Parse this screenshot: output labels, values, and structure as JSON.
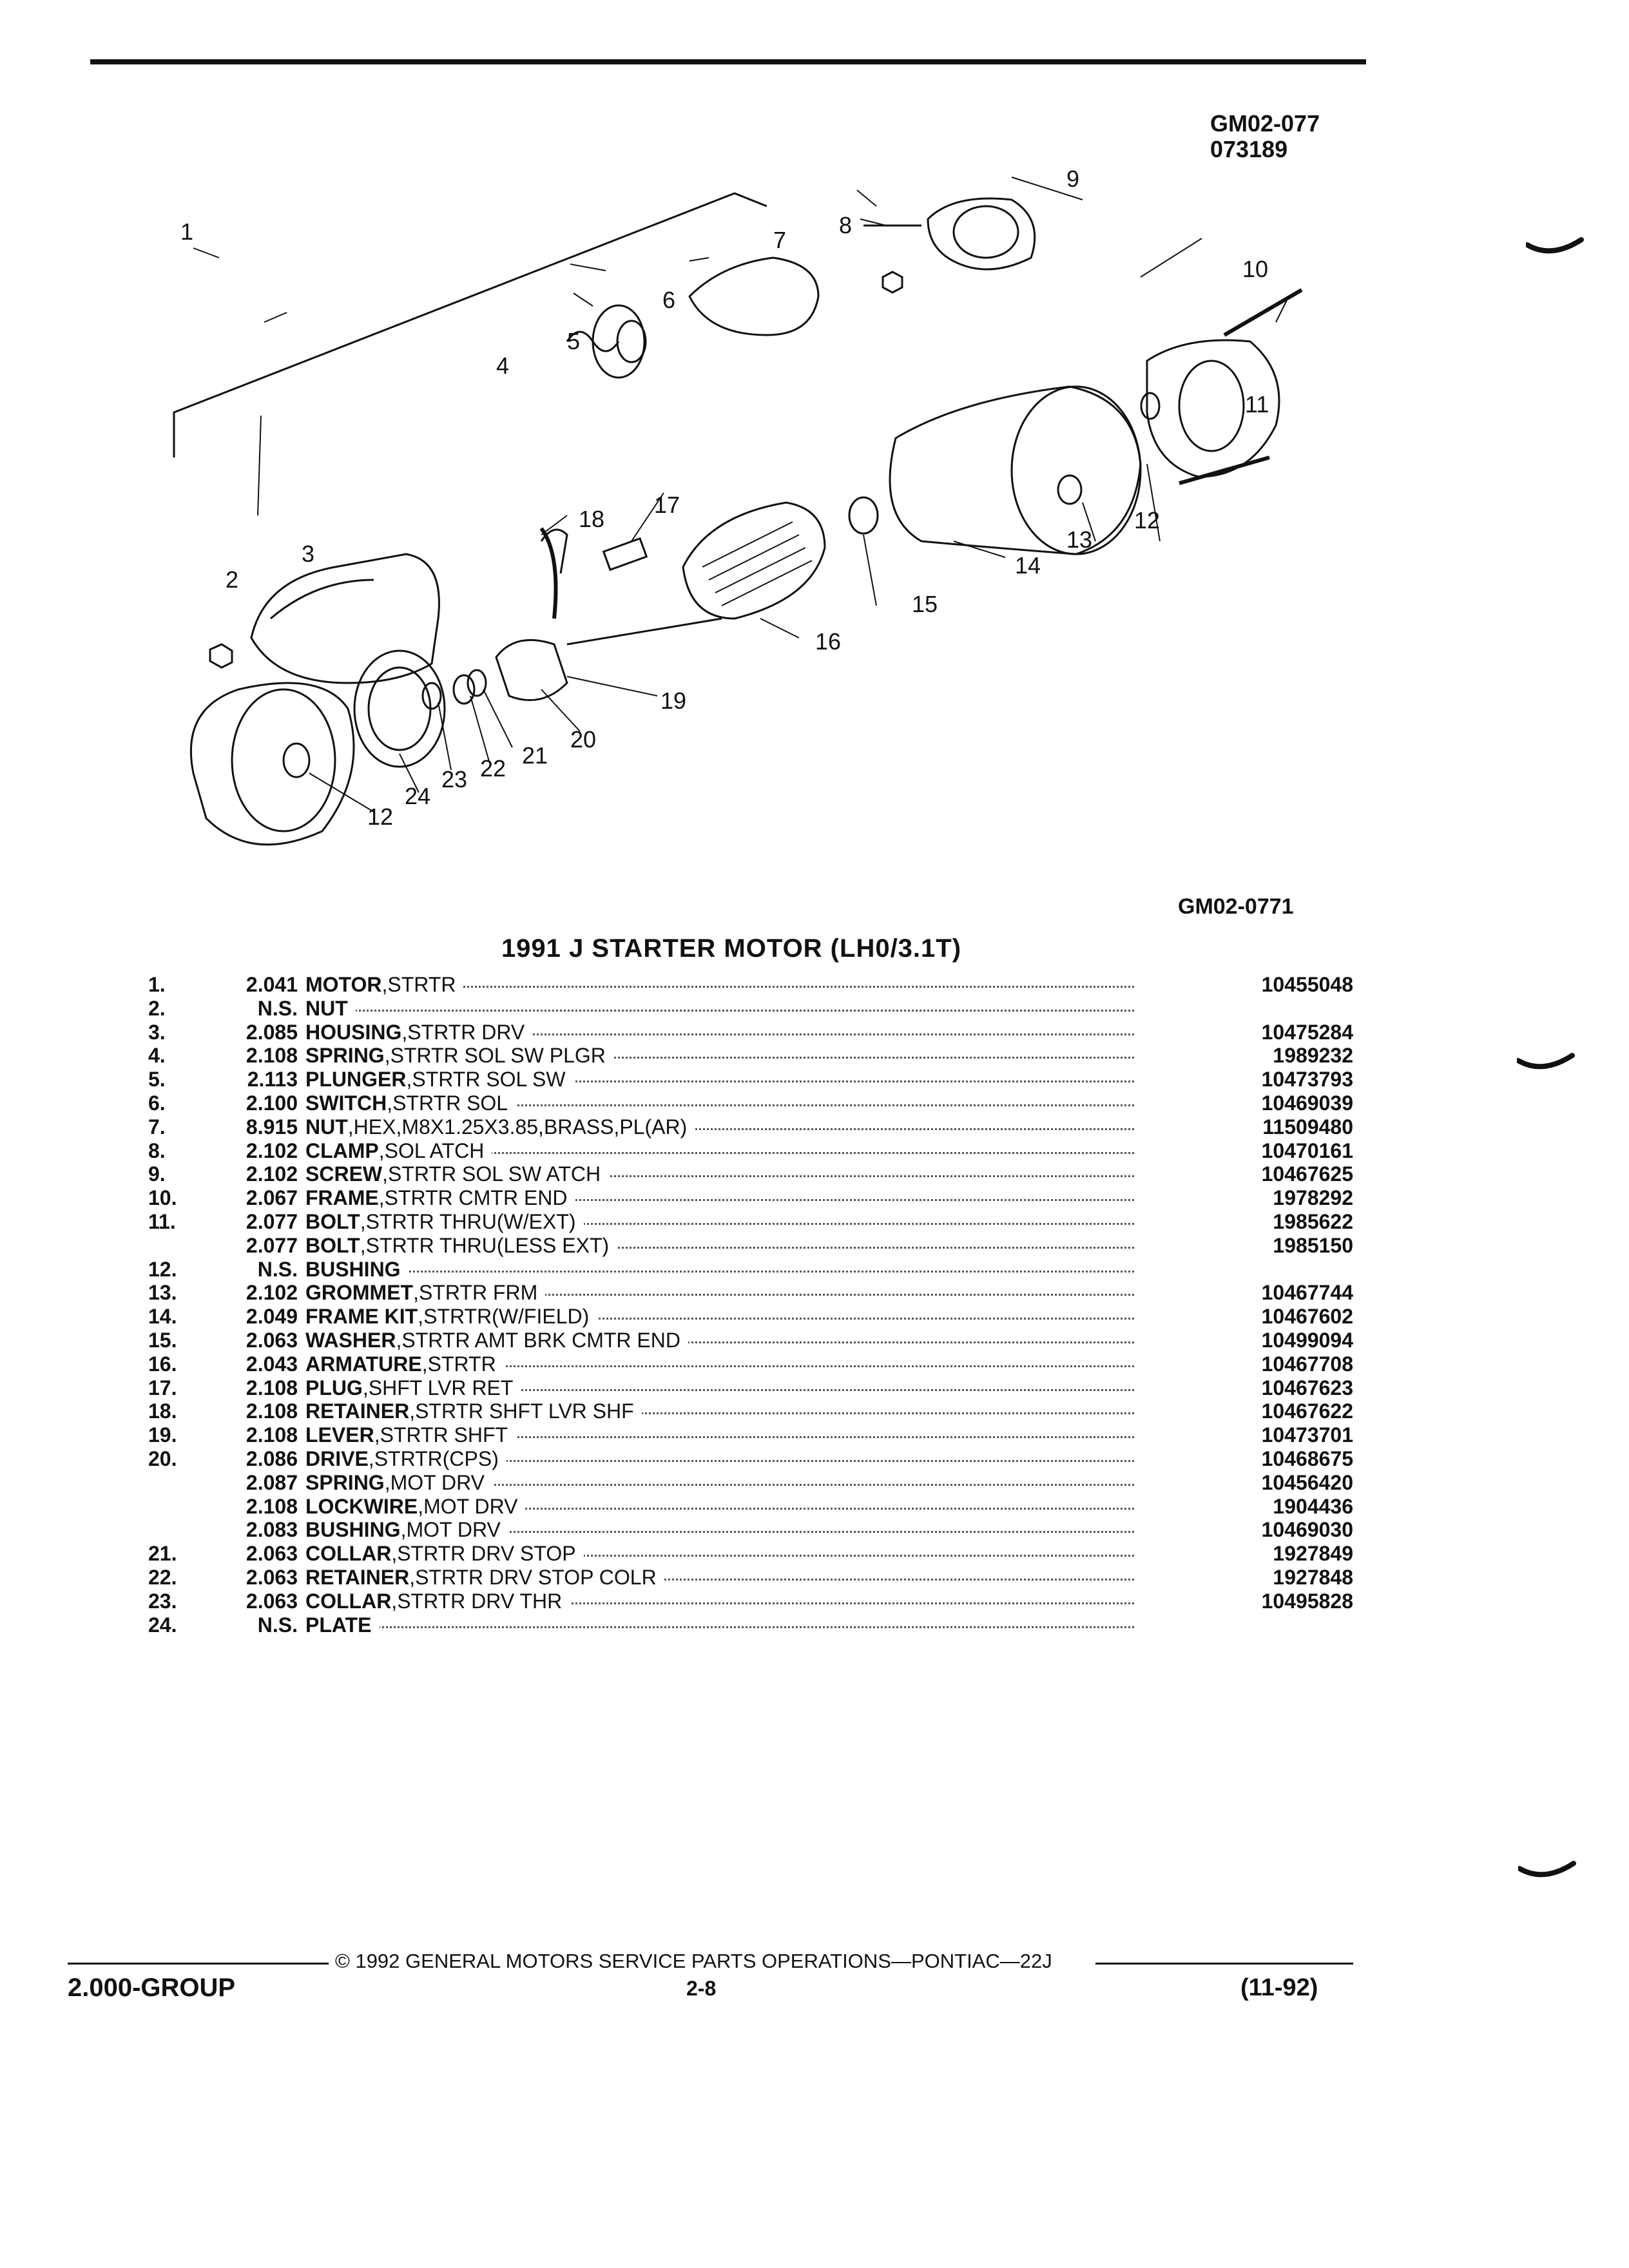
{
  "header": {
    "ref_code_1": "GM02-077",
    "ref_code_2": "073189"
  },
  "diagram": {
    "figure_code": "GM02-0771",
    "callouts": [
      "1",
      "2",
      "3",
      "4",
      "5",
      "6",
      "7",
      "8",
      "9",
      "10",
      "11",
      "12",
      "13",
      "14",
      "15",
      "16",
      "17",
      "18",
      "19",
      "20",
      "21",
      "22",
      "23",
      "24",
      "12"
    ]
  },
  "parts_list": {
    "title": "1991 J STARTER MOTOR (LH0/3.1T)",
    "rows": [
      {
        "num": "1.",
        "group": "2.041",
        "name": "MOTOR",
        "spec": ",STRTR",
        "part": "10455048"
      },
      {
        "num": "2.",
        "group": "N.S.",
        "name": "NUT",
        "spec": "",
        "part": ""
      },
      {
        "num": "3.",
        "group": "2.085",
        "name": "HOUSING",
        "spec": ",STRTR DRV",
        "part": "10475284"
      },
      {
        "num": "4.",
        "group": "2.108",
        "name": "SPRING",
        "spec": ",STRTR SOL SW PLGR",
        "part": "1989232"
      },
      {
        "num": "5.",
        "group": "2.113",
        "name": "PLUNGER",
        "spec": ",STRTR SOL SW",
        "part": "10473793"
      },
      {
        "num": "6.",
        "group": "2.100",
        "name": "SWITCH",
        "spec": ",STRTR SOL",
        "part": "10469039"
      },
      {
        "num": "7.",
        "group": "8.915",
        "name": "NUT",
        "spec": ",HEX,M8X1.25X3.85,BRASS,PL(AR)",
        "part": "11509480"
      },
      {
        "num": "8.",
        "group": "2.102",
        "name": "CLAMP",
        "spec": ",SOL ATCH",
        "part": "10470161"
      },
      {
        "num": "9.",
        "group": "2.102",
        "name": "SCREW",
        "spec": ",STRTR SOL SW ATCH",
        "part": "10467625"
      },
      {
        "num": "10.",
        "group": "2.067",
        "name": "FRAME",
        "spec": ",STRTR CMTR END",
        "part": "1978292"
      },
      {
        "num": "11.",
        "group": "2.077",
        "name": "BOLT",
        "spec": ",STRTR THRU(W/EXT)",
        "part": "1985622"
      },
      {
        "num": "",
        "group": "2.077",
        "name": "BOLT",
        "spec": ",STRTR THRU(LESS EXT)",
        "part": "1985150"
      },
      {
        "num": "12.",
        "group": "N.S.",
        "name": "BUSHING",
        "spec": "",
        "part": ""
      },
      {
        "num": "13.",
        "group": "2.102",
        "name": "GROMMET",
        "spec": ",STRTR FRM",
        "part": "10467744"
      },
      {
        "num": "14.",
        "group": "2.049",
        "name": "FRAME KIT",
        "spec": ",STRTR(W/FIELD)",
        "part": "10467602"
      },
      {
        "num": "15.",
        "group": "2.063",
        "name": "WASHER",
        "spec": ",STRTR AMT BRK CMTR END",
        "part": "10499094"
      },
      {
        "num": "16.",
        "group": "2.043",
        "name": "ARMATURE",
        "spec": ",STRTR",
        "part": "10467708"
      },
      {
        "num": "17.",
        "group": "2.108",
        "name": "PLUG",
        "spec": ",SHFT LVR RET",
        "part": "10467623"
      },
      {
        "num": "18.",
        "group": "2.108",
        "name": "RETAINER",
        "spec": ",STRTR SHFT LVR SHF",
        "part": "10467622"
      },
      {
        "num": "19.",
        "group": "2.108",
        "name": "LEVER",
        "spec": ",STRTR SHFT",
        "part": "10473701"
      },
      {
        "num": "20.",
        "group": "2.086",
        "name": "DRIVE",
        "spec": ",STRTR(CPS)",
        "part": "10468675"
      },
      {
        "num": "",
        "group": "2.087",
        "name": "SPRING",
        "spec": ",MOT DRV",
        "part": "10456420"
      },
      {
        "num": "",
        "group": "2.108",
        "name": "LOCKWIRE",
        "spec": ",MOT DRV",
        "part": "1904436"
      },
      {
        "num": "",
        "group": "2.083",
        "name": "BUSHING",
        "spec": ",MOT DRV",
        "part": "10469030"
      },
      {
        "num": "21.",
        "group": "2.063",
        "name": "COLLAR",
        "spec": ",STRTR DRV STOP",
        "part": "1927849"
      },
      {
        "num": "22.",
        "group": "2.063",
        "name": "RETAINER",
        "spec": ",STRTR DRV STOP COLR",
        "part": "1927848"
      },
      {
        "num": "23.",
        "group": "2.063",
        "name": "COLLAR",
        "spec": ",STRTR DRV THR",
        "part": "10495828"
      },
      {
        "num": "24.",
        "group": "N.S.",
        "name": "PLATE",
        "spec": "",
        "part": ""
      }
    ]
  },
  "footer": {
    "copyright": "© 1992 GENERAL MOTORS SERVICE PARTS OPERATIONS—PONTIAC—22J",
    "group_label": "2.000-GROUP",
    "page_number": "2-8",
    "date_code": "(11-92)"
  }
}
